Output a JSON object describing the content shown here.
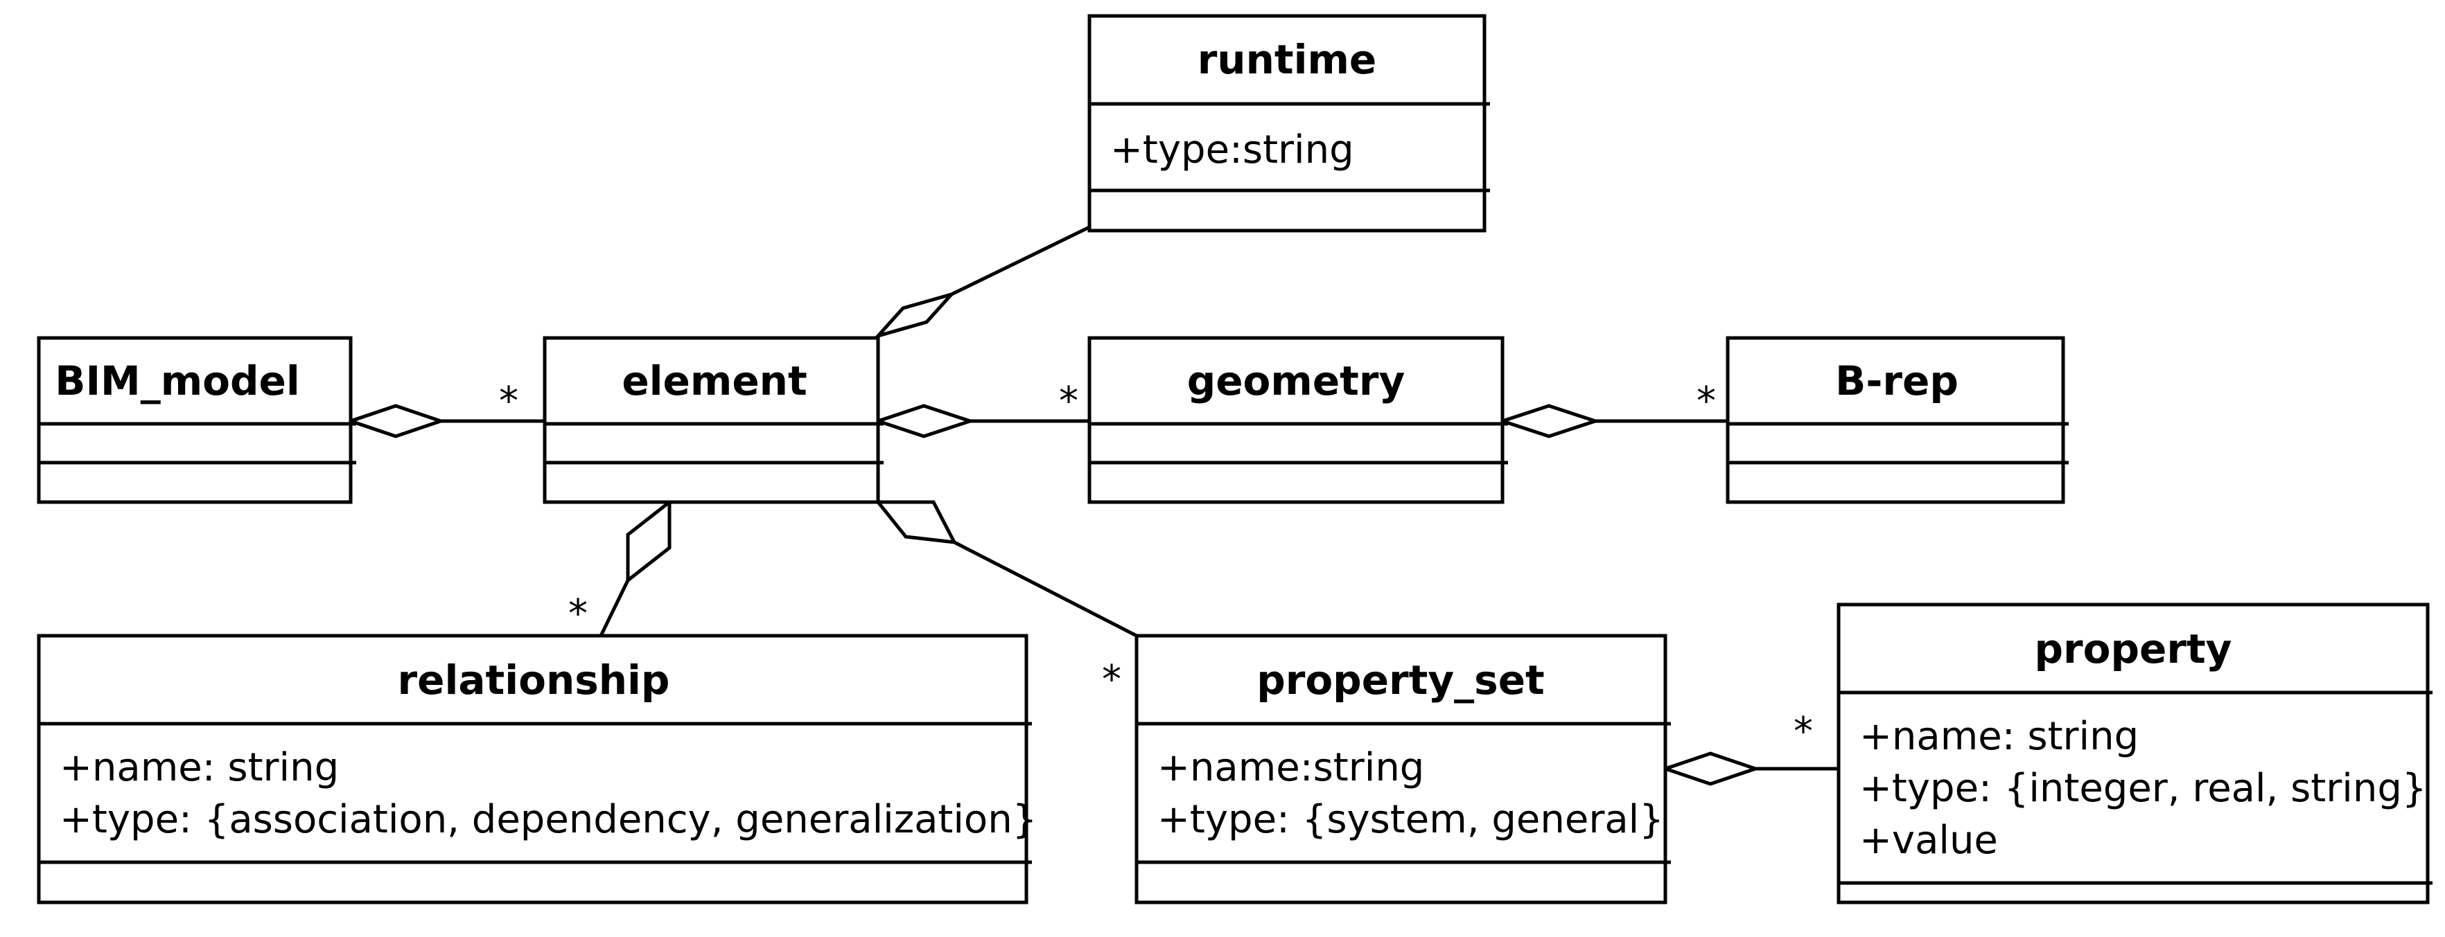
{
  "classes": {
    "runtime": {
      "name": "runtime",
      "attributes": [
        "+type:string"
      ]
    },
    "bim_model": {
      "name": "BIM_model",
      "attributes": []
    },
    "element": {
      "name": "element",
      "attributes": []
    },
    "geometry": {
      "name": "geometry",
      "attributes": []
    },
    "brep": {
      "name": "B-rep",
      "attributes": []
    },
    "relationship": {
      "name": "relationship",
      "attributes": [
        "+name: string",
        "+type: {association, dependency, generalization}"
      ]
    },
    "property_set": {
      "name": "property_set",
      "attributes": [
        "+name:string",
        "+type: {system, general}"
      ]
    },
    "property": {
      "name": "property",
      "attributes": [
        "+name: string",
        "+type: {integer, real, string}",
        "+value"
      ]
    }
  },
  "associations": [
    {
      "type": "aggregation",
      "whole": "BIM_model",
      "part": "element",
      "multiplicity": "*"
    },
    {
      "type": "aggregation",
      "whole": "element",
      "part": "runtime",
      "multiplicity": ""
    },
    {
      "type": "aggregation",
      "whole": "element",
      "part": "geometry",
      "multiplicity": "*"
    },
    {
      "type": "aggregation",
      "whole": "geometry",
      "part": "B-rep",
      "multiplicity": "*"
    },
    {
      "type": "aggregation",
      "whole": "element",
      "part": "relationship",
      "multiplicity": "*"
    },
    {
      "type": "aggregation",
      "whole": "element",
      "part": "property_set",
      "multiplicity": "*"
    },
    {
      "type": "aggregation",
      "whole": "property_set",
      "part": "property",
      "multiplicity": "*"
    }
  ],
  "colors": {
    "stroke": "#000000",
    "fill": "#ffffff"
  }
}
